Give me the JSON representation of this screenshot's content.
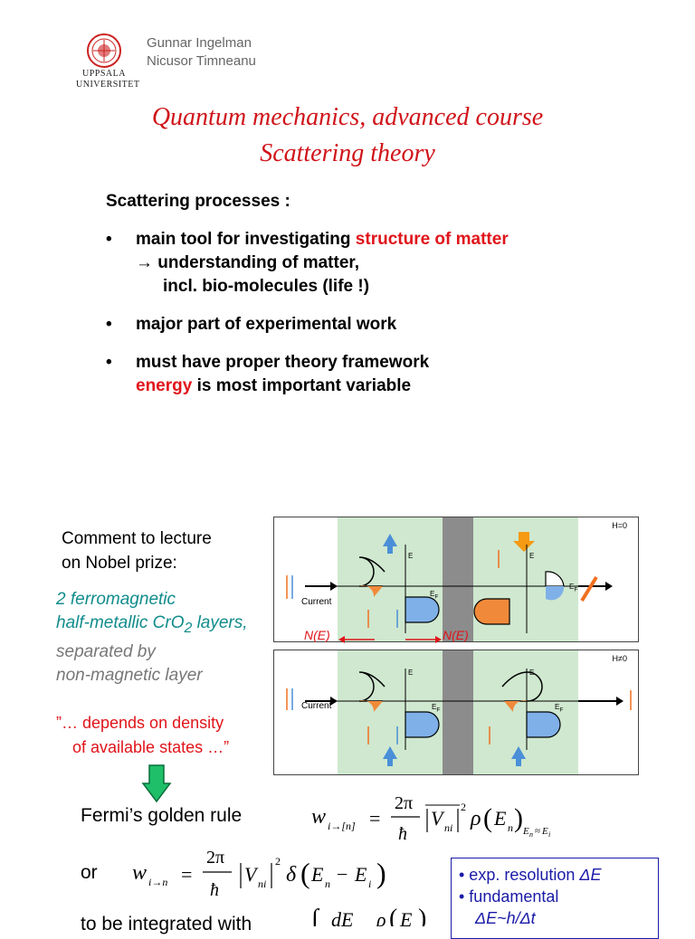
{
  "header": {
    "logo_text_1": "UPPSALA",
    "logo_text_2": "UNIVERSITET",
    "author_1": "Gunnar Ingelman",
    "author_2": "Nicusor Timneanu"
  },
  "title": {
    "line1": "Quantum mechanics, advanced course",
    "line2": "Scattering theory"
  },
  "section_heading": "Scattering processes :",
  "bullets": [
    {
      "pre": "main tool for investigating ",
      "hl": "structure of matter",
      "line2": "→ understanding of matter,",
      "line3": "incl. bio-molecules (life !)"
    },
    {
      "text": "major part of experimental work"
    },
    {
      "line1": "must have proper theory framework",
      "hl": "energy",
      "rest": " is most important variable"
    }
  ],
  "bullet_symbol": "•",
  "comment": {
    "line1": "Comment to lecture",
    "line2": "on Nobel prize:"
  },
  "ferro": {
    "line1": "2 ferromagnetic",
    "line2_a": "half-metallic CrO",
    "line2_sub": "2",
    "line2_b": " layers,",
    "line3": "separated by",
    "line4": "non-magnetic layer"
  },
  "depends": {
    "line1": "”… depends on density",
    "line2": "of available states …”"
  },
  "figure": {
    "top_field": "H=0",
    "bottom_field": "H≠0",
    "e_label": "E",
    "ef_label": "E",
    "ef_sub": "F",
    "current": "Current",
    "ne_left": "N(E)",
    "ne_right": "N(E)"
  },
  "fermi_label": "Fermi’s golden rule",
  "or_label": "or",
  "integrate_label": "to be integrated with",
  "box": {
    "line1_pre": "• exp. resolution ",
    "line1_sym": "ΔE",
    "line2": "• fundamental",
    "line3": "ΔE~h/Δt"
  },
  "colors": {
    "red": "#e0141a",
    "title_red": "#d0141a",
    "teal": "#118c8c",
    "blue_box": "#1a1aa8",
    "panel_green": "#cfe8cf",
    "panel_gray": "#8c8c8c"
  }
}
